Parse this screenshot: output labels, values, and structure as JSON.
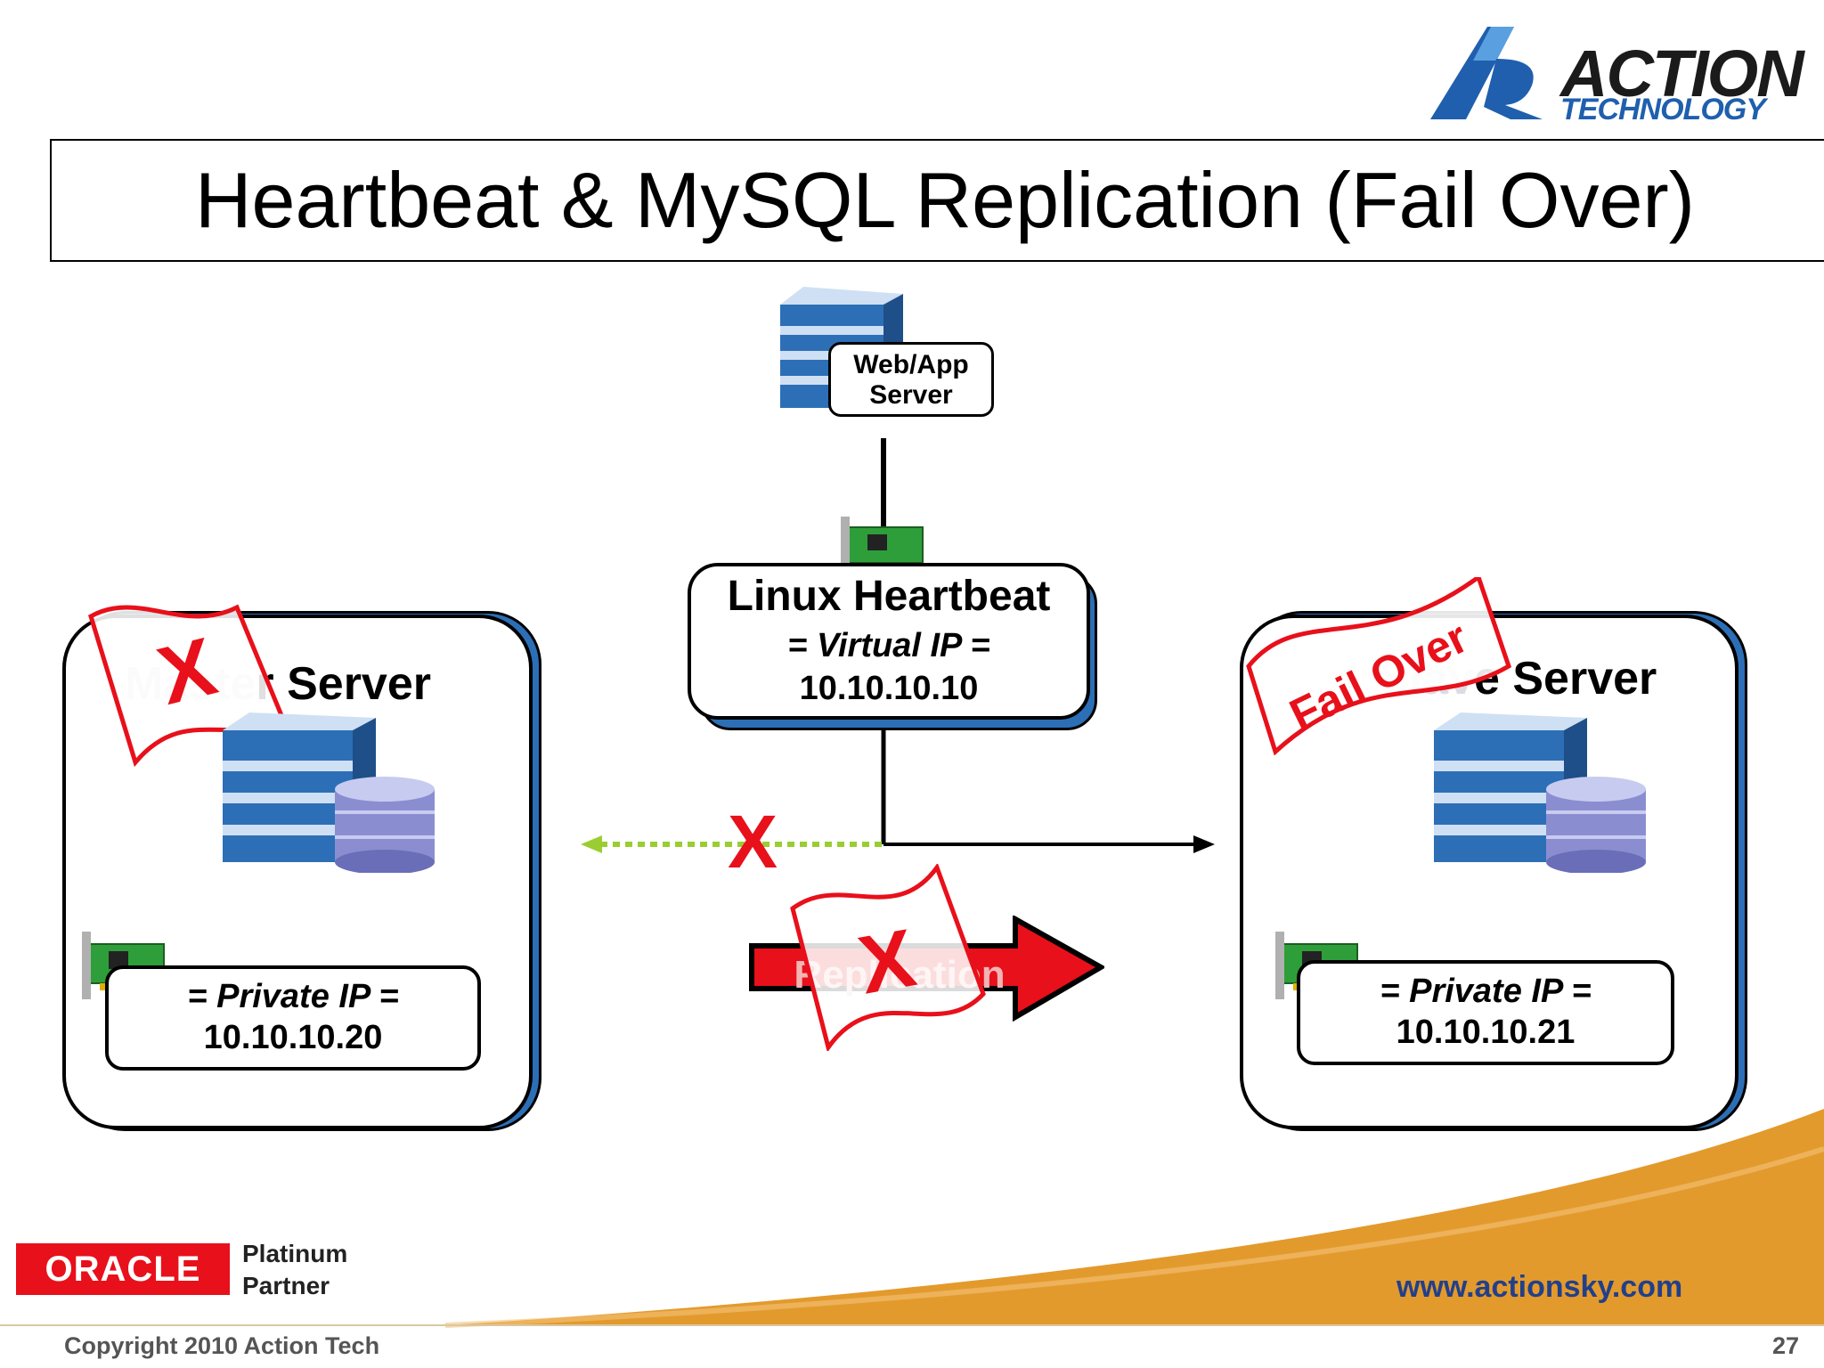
{
  "title": "Heartbeat & MySQL Replication (Fail Over)",
  "logo": {
    "line1": "ACTION",
    "line2": "TECHNOLOGY",
    "icon": "action-technology-logo"
  },
  "web_app_server": {
    "line1": "Web/App",
    "line2": "Server",
    "icon": "server-icon"
  },
  "heartbeat": {
    "title": "Linux Heartbeat",
    "subtitle": "= Virtual IP =",
    "ip": "10.10.10.10",
    "icon": "network-card-icon"
  },
  "master": {
    "title_prefix": "Ma",
    "title_ghost": "ste",
    "title_suffix": "r Server",
    "private_label": "= Private IP =",
    "ip": "10.10.10.20",
    "flag_mark": "X",
    "icon": "database-server-icon"
  },
  "slave": {
    "title_prefix": "",
    "title_ghost": "Slav",
    "title_suffix": "e Server",
    "private_label": "= Private IP =",
    "ip": "10.10.10.21",
    "flag_text": "Fail Over",
    "icon": "database-server-icon"
  },
  "replication": {
    "label": "Replication",
    "flag_mark": "X"
  },
  "broken_link_mark": "X",
  "footer": {
    "oracle": "ORACLE",
    "partner_line1": "Platinum",
    "partner_line2": "Partner",
    "url": "www.actionsky.com",
    "copyright": "Copyright 2010 Action Tech",
    "page": "27"
  },
  "colors": {
    "accent_blue": "#2c6fb6",
    "alert_red": "#e8101a",
    "swoosh_orange": "#e39a2c",
    "link_green": "#9acd32"
  }
}
